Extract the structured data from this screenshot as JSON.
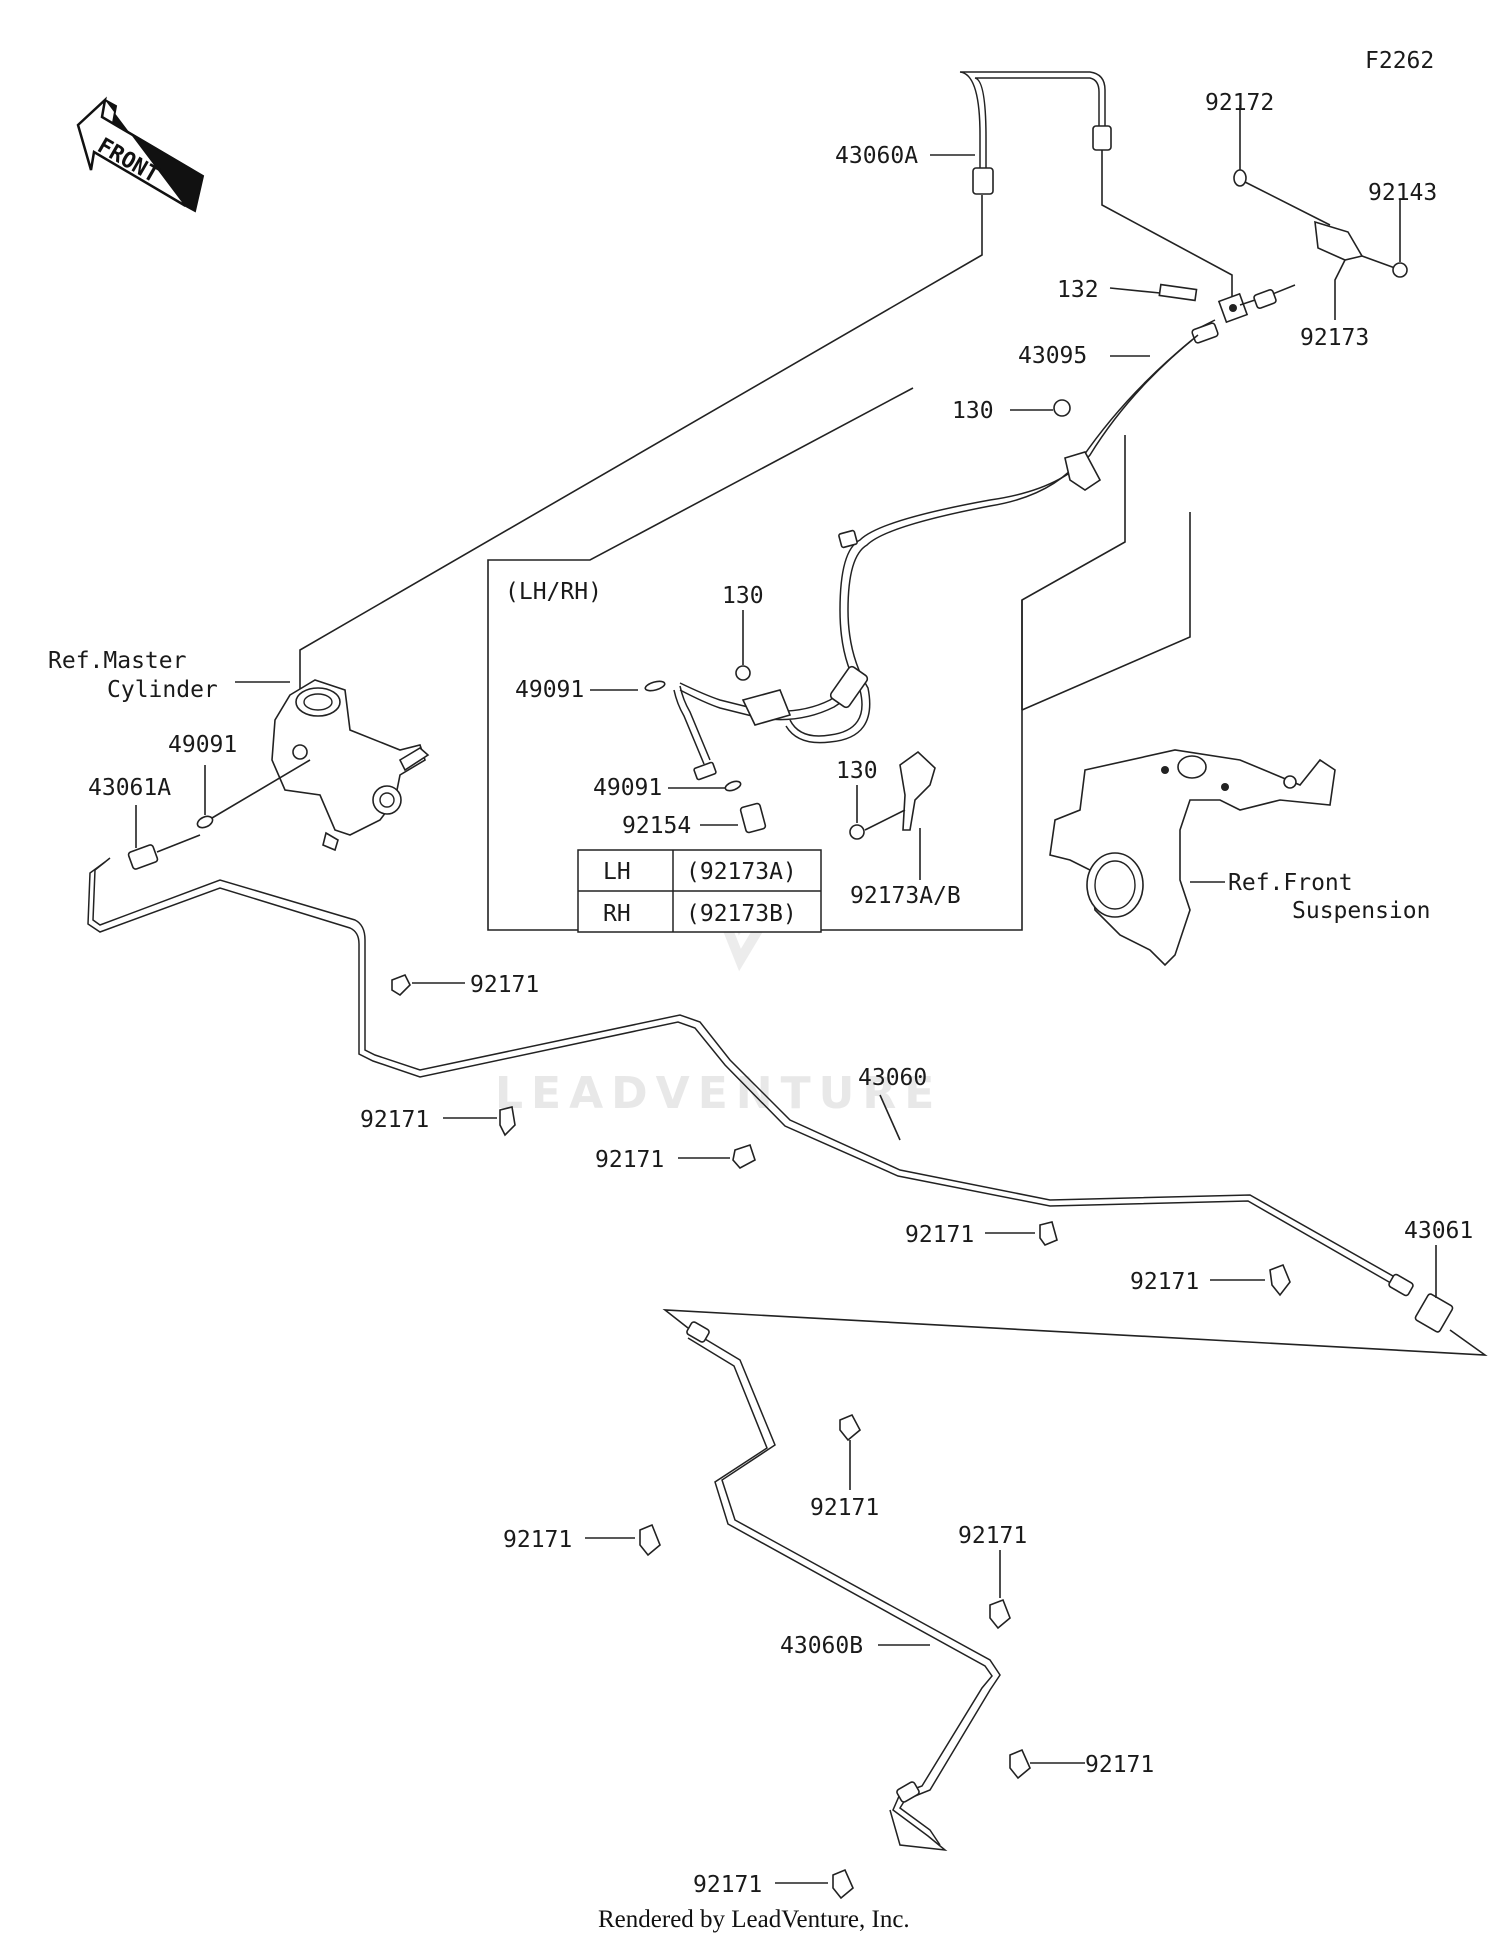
{
  "diagram_id": "F2262",
  "front_arrow": "FRONT",
  "watermark": "LEADVENTURE",
  "footer": "Rendered by LeadVenture, Inc.",
  "inset": {
    "title": "(LH/RH)",
    "table": [
      {
        "side": "LH",
        "part": "(92173A)"
      },
      {
        "side": "RH",
        "part": "(92173B)"
      }
    ]
  },
  "refs": {
    "master_l1": "Ref.Master",
    "master_l2": "Cylinder",
    "front_l1": "Ref.Front",
    "front_l2": "Suspension"
  },
  "parts": {
    "p92172": "92172",
    "p92143": "92143",
    "p92173": "92173",
    "p43060A": "43060A",
    "p132": "132",
    "p43095": "43095",
    "p130a": "130",
    "p130b": "130",
    "p130c": "130",
    "p49091a": "49091",
    "p49091b": "49091",
    "p49091c": "49091",
    "p92154": "92154",
    "p92173AB": "92173A/B",
    "p43061A": "43061A",
    "p43060": "43060",
    "p43061": "43061",
    "p43060B": "43060B",
    "c1": "92171",
    "c2": "92171",
    "c3": "92171",
    "c4": "92171",
    "c5": "92171",
    "c6": "92171",
    "c7": "92171",
    "c8": "92171",
    "c9": "92171",
    "c10": "92171"
  }
}
